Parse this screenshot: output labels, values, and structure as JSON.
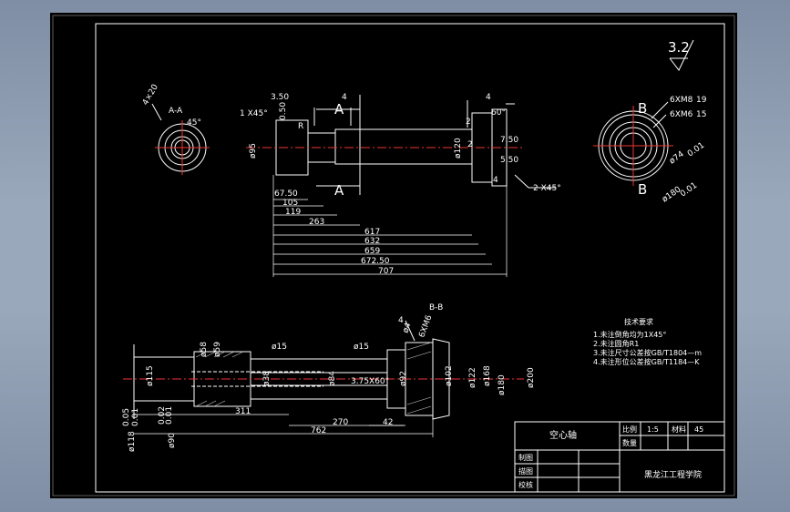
{
  "drawing": {
    "roughness": "3.2",
    "sections": {
      "aa": "A-A",
      "bb": "B-B"
    },
    "cut_labels": {
      "a": "A",
      "b": "B"
    },
    "left_view": {
      "chamfer": "4×20",
      "angle": "45°"
    },
    "front_view": {
      "dims_top": [
        "3.50",
        "4",
        "4",
        "2",
        "1 X45°",
        "0.50",
        "R",
        "60°",
        "2"
      ],
      "dims_side": [
        "7.50",
        "5.50",
        "2 X45°",
        "4"
      ],
      "diameters": [
        "ø95",
        "ø120"
      ],
      "lengths": [
        "67.50",
        "105",
        "119",
        "263",
        "617",
        "632",
        "659",
        "672.50",
        "707"
      ]
    },
    "right_view": {
      "threads": [
        "6XM8",
        "6XM6"
      ],
      "depths": [
        "19",
        "15"
      ],
      "circles": [
        "ø74",
        "ø180"
      ],
      "tolerances": [
        "0.01",
        "0.01"
      ]
    },
    "section_view": {
      "diameters": [
        "ø115",
        "ø58",
        "ø59",
        "ø38",
        "ø84",
        "ø92",
        "ø90",
        "ø102",
        "ø122",
        "ø168",
        "ø180",
        "ø200",
        "ø118"
      ],
      "labels": [
        "ø15",
        "ø15",
        "3.75X60°",
        "ø4",
        "6XM6"
      ],
      "tolerances": [
        "0.05",
        "0.01",
        "0.02",
        "0.01"
      ],
      "lengths": [
        "311",
        "270",
        "42",
        "762"
      ],
      "angles": [
        "4"
      ]
    },
    "tech_note": {
      "title": "技术要求",
      "lines": [
        "1.未注倒角均为1X45°",
        "2.未注圆角R1",
        "3.未注尺寸公差按GB/T1804—m",
        "4.未注形位公差按GB/T1184—K"
      ]
    }
  },
  "title_block": {
    "part_name": "空心轴",
    "scale_label": "比例",
    "scale": "1:5",
    "material_label": "材料",
    "material": "45",
    "qty_label": "数量",
    "designer_label": "制图",
    "drawer_label": "描图",
    "checker_label": "校核",
    "company": "黑龙江工程学院"
  }
}
